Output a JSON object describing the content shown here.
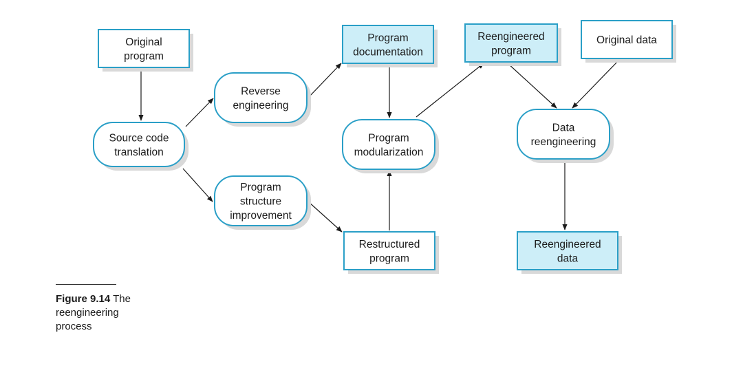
{
  "figure": {
    "label": "Figure 9.14",
    "title": "The reengineering process"
  },
  "colors": {
    "border": "#2a9fc7",
    "artifact_fill": "#cdeef8",
    "plain_fill": "#ffffff",
    "shadow": "#d9d9d9",
    "arrow": "#1b1b1b"
  },
  "nodes": {
    "original_program": {
      "shape": "box",
      "lines": [
        "Original",
        "program"
      ]
    },
    "source_code_translation": {
      "shape": "process",
      "lines": [
        "Source code",
        "translation"
      ]
    },
    "reverse_engineering": {
      "shape": "process",
      "lines": [
        "Reverse",
        "engineering"
      ]
    },
    "program_structure_improvement": {
      "shape": "process",
      "lines": [
        "Program",
        "structure",
        "improvement"
      ]
    },
    "program_documentation": {
      "shape": "artifact",
      "lines": [
        "Program",
        "documentation"
      ]
    },
    "program_modularization": {
      "shape": "process",
      "lines": [
        "Program",
        "modularization"
      ]
    },
    "restructured_program": {
      "shape": "box",
      "lines": [
        "Restructured",
        "program"
      ]
    },
    "reengineered_program": {
      "shape": "artifact",
      "lines": [
        "Reengineered",
        "program"
      ]
    },
    "original_data": {
      "shape": "box",
      "lines": [
        "Original data"
      ]
    },
    "data_reengineering": {
      "shape": "process",
      "lines": [
        "Data",
        "reengineering"
      ]
    },
    "reengineered_data": {
      "shape": "artifact",
      "lines": [
        "Reengineered",
        "data"
      ]
    }
  },
  "edges": [
    {
      "from": "original_program",
      "to": "source_code_translation"
    },
    {
      "from": "source_code_translation",
      "to": "reverse_engineering"
    },
    {
      "from": "source_code_translation",
      "to": "program_structure_improvement"
    },
    {
      "from": "reverse_engineering",
      "to": "program_documentation"
    },
    {
      "from": "program_documentation",
      "to": "program_modularization"
    },
    {
      "from": "program_structure_improvement",
      "to": "restructured_program"
    },
    {
      "from": "restructured_program",
      "to": "program_modularization"
    },
    {
      "from": "program_modularization",
      "to": "reengineered_program"
    },
    {
      "from": "reengineered_program",
      "to": "data_reengineering"
    },
    {
      "from": "original_data",
      "to": "data_reengineering"
    },
    {
      "from": "data_reengineering",
      "to": "reengineered_data"
    }
  ]
}
